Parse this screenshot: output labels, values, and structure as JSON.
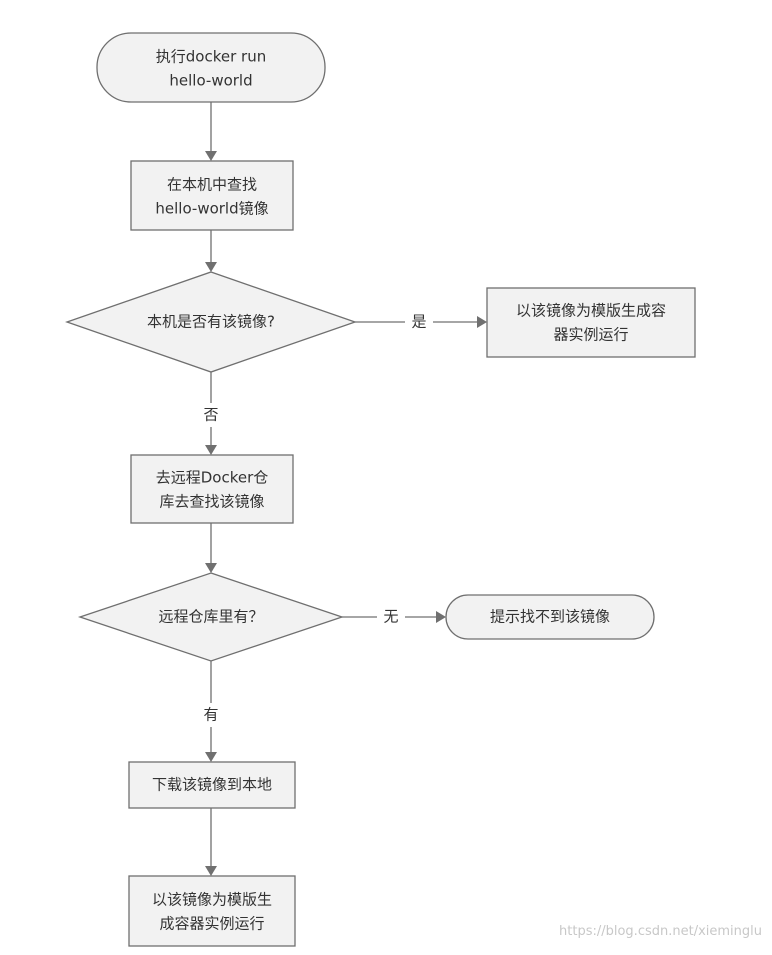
{
  "nodes": {
    "start": [
      "执行docker run",
      "hello-world"
    ],
    "search_local": [
      "在本机中查找",
      "hello-world镜像"
    ],
    "check_local": [
      "本机是否有该镜像?"
    ],
    "run_local": [
      "以该镜像为模版生成容",
      "器实例运行"
    ],
    "search_remote": [
      "去远程Docker仓",
      "库去查找该镜像"
    ],
    "check_remote": [
      "远程仓库里有？"
    ],
    "not_found": [
      "提示找不到该镜像"
    ],
    "download": [
      "下载该镜像到本地"
    ],
    "run_remote": [
      "以该镜像为模版生",
      "成容器实例运行"
    ]
  },
  "edge_labels": {
    "yes_local": "是",
    "no_local": "否",
    "none_remote": "无",
    "has_remote": "有"
  },
  "colors": {
    "node_fill": "#f2f2f2",
    "node_stroke": "#6f6f6f",
    "line": "#707070",
    "text": "#333333",
    "watermark": "#c8c8c8"
  },
  "watermark": "https://blog.csdn.net/xieminglu"
}
